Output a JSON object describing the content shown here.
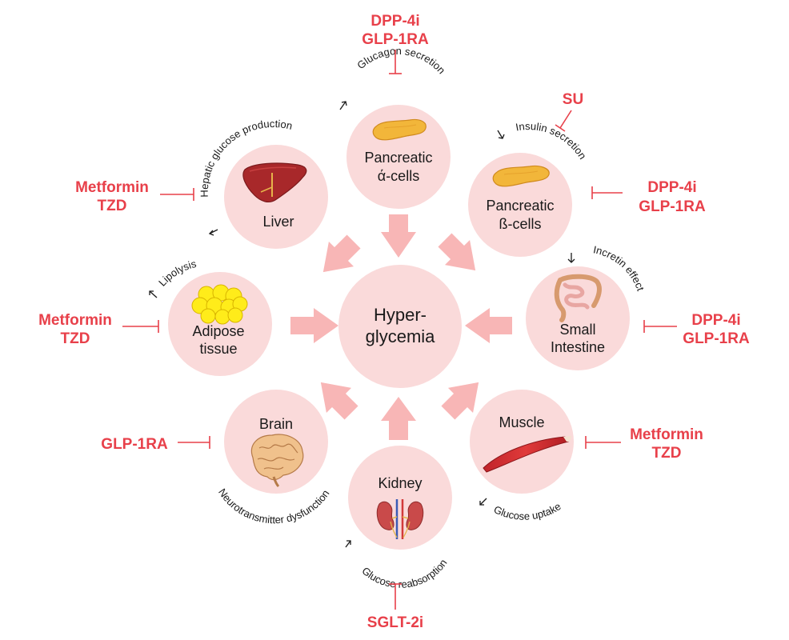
{
  "center": {
    "line1": "Hyper-",
    "line2": "glycemia"
  },
  "organs": {
    "alpha": {
      "line1": "Pancreatic",
      "line2": "ά-cells",
      "effect": "Glucagon secretion",
      "drug1": "DPP-4i",
      "drug2": "GLP-1RA"
    },
    "beta": {
      "line1": "Pancreatic",
      "line2": "ß-cells",
      "effect": "Insulin secretion",
      "drug_su": "SU",
      "drug1": "DPP-4i",
      "drug2": "GLP-1RA"
    },
    "liver": {
      "line1": "Liver",
      "effect": "Hepatic glucose production",
      "drug1": "Metformin",
      "drug2": "TZD"
    },
    "adipose": {
      "line1": "Adipose",
      "line2": "tissue",
      "effect": "Lipolysis",
      "drug1": "Metformin",
      "drug2": "TZD"
    },
    "intestine": {
      "line1": "Small",
      "line2": "Intestine",
      "effect": "Incretin effect",
      "drug1": "DPP-4i",
      "drug2": "GLP-1RA"
    },
    "brain": {
      "line1": "Brain",
      "effect": "Neurotransmitter dysfunction",
      "drug1": "GLP-1RA"
    },
    "muscle": {
      "line1": "Muscle",
      "effect": "Glucose uptake",
      "drug1": "Metformin",
      "drug2": "TZD"
    },
    "kidney": {
      "line1": "Kidney",
      "effect": "Glucose reabsorption",
      "drug1": "SGLT-2i"
    }
  },
  "colors": {
    "drug": "#e8404a",
    "circle": "#fadada",
    "arrow": "#f8b6b6"
  }
}
